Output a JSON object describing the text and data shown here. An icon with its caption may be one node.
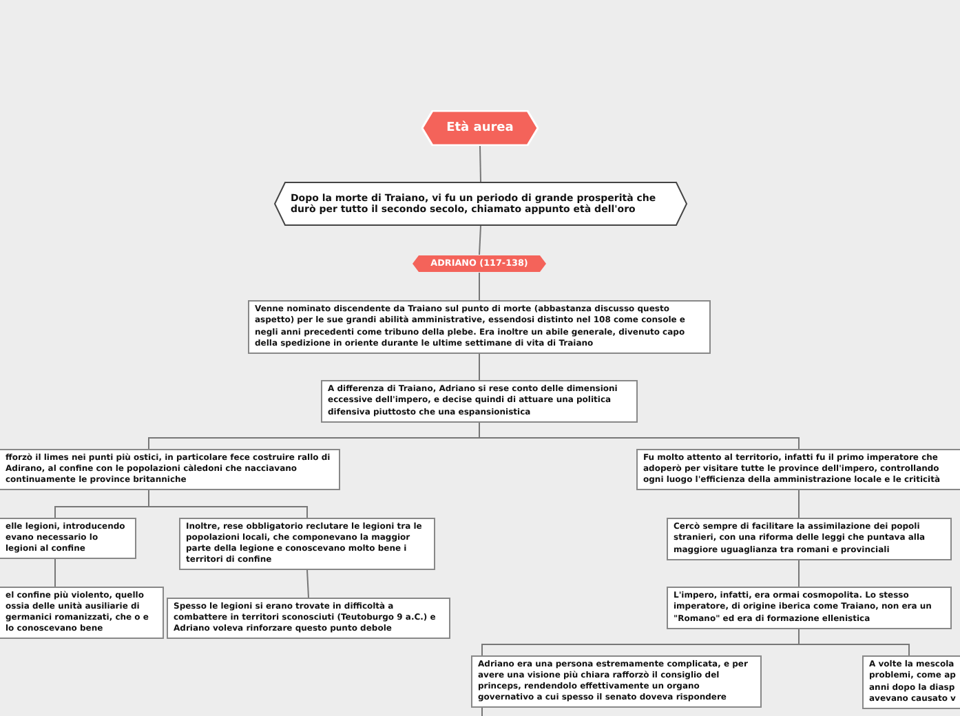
{
  "diagram": {
    "nodes": [
      {
        "text": [
          "Età aurea"
        ]
      },
      {
        "text": [
          "Dopo la morte di Traiano, vi fu un periodo di grande prosperità che durò per tutto il secondo secolo, chiamato appunto età dell'oro"
        ]
      },
      {
        "text": [
          "ADRIANO (117-138)"
        ]
      },
      {
        "text": [
          "Venne nominato discendente da Traiano sul punto di morte (abbastanza discusso questo aspetto) per le sue grandi abilità amministrative, essendosi distinto nel 108 come console e negli anni precedenti come tribuno della plebe. Era inoltre un abile generale, divenuto capo della spedizione in oriente durante le ultime settimane di vita di Traiano"
        ]
      },
      {
        "text": [
          "A differenza di Traiano, Adriano si rese conto delle dimensioni eccessive dell'impero, e decise quindi di attuare una politica difensiva piuttosto che una espansionistica"
        ]
      },
      {
        "text": [
          "fforzò il limes nei punti più ostici, in particolare fece costruire rallo di Adirano, al confine con le popolazioni càledoni che nacciavano continuamente le province britanniche"
        ]
      },
      {
        "text": [
          "Fu molto attento al territorio, infatti fu il primo imperatore che adoperò per visitare tutte le province dell'impero, controllando ogni luogo l'efficienza della amministrazione locale e le criticità"
        ]
      },
      {
        "text": [
          "elle legioni, introducendo evano necessario lo legioni al confine"
        ]
      },
      {
        "text": [
          "Inoltre, rese obbligatorio reclutare le legioni tra le popolazioni locali, che componevano la maggior parte della legione e conoscevano molto bene i territori di confine"
        ]
      },
      {
        "text": [
          "el confine più violento, quello ossia delle unità ausiliarie di germanici romanizzati, che o e lo conoscevano bene"
        ]
      },
      {
        "text": [
          "Spesso le legioni si erano trovate in difficoltà a combattere in territori sconosciuti (Teutoburgo 9 a.C.) e Adriano voleva rinforzare questo punto debole"
        ]
      },
      {
        "text": [
          "Cercò sempre di facilitare la assimilazione dei popoli stranieri, con una riforma delle leggi che puntava alla maggiore uguaglianza tra romani e provinciali"
        ]
      },
      {
        "text": [
          "L'impero, infatti, era ormai cosmopolita. Lo stesso imperatore, di origine iberica come Traiano, non era un \"Romano\" ed era di formazione ellenistica"
        ]
      },
      {
        "text": [
          "Adriano era una persona estremamente complicata, e per avere una visione più chiara rafforzò il consiglio del princeps, rendendolo effettivamente un organo governativo a cui spesso il senato doveva rispondere"
        ]
      },
      {
        "text": [
          "A volte la mescola problemi, come ap anni dopo la diasp avevano causato v"
        ]
      }
    ],
    "edges": [
      {
        "from": 0,
        "to": 1,
        "arrow": "none"
      },
      {
        "from": 1,
        "to": 2,
        "arrow": "none"
      },
      {
        "from": 2,
        "to": 3,
        "arrow": "none"
      },
      {
        "from": 3,
        "to": 4,
        "arrow": "none"
      },
      {
        "from": 4,
        "to": 5,
        "arrow": "none"
      },
      {
        "from": 4,
        "to": 6,
        "arrow": "none"
      },
      {
        "from": 5,
        "to": 7,
        "arrow": "none"
      },
      {
        "from": 5,
        "to": 8,
        "arrow": "none"
      },
      {
        "from": 7,
        "to": 9,
        "arrow": "none"
      },
      {
        "from": 8,
        "to": 10,
        "arrow": "none"
      },
      {
        "from": 6,
        "to": 11,
        "arrow": "none"
      },
      {
        "from": 11,
        "to": 12,
        "arrow": "none"
      },
      {
        "from": 12,
        "to": 13,
        "arrow": "none"
      },
      {
        "from": 12,
        "to": 14,
        "arrow": "none"
      },
      {
        "from": 13,
        "to": null,
        "arrow": "none"
      }
    ]
  }
}
